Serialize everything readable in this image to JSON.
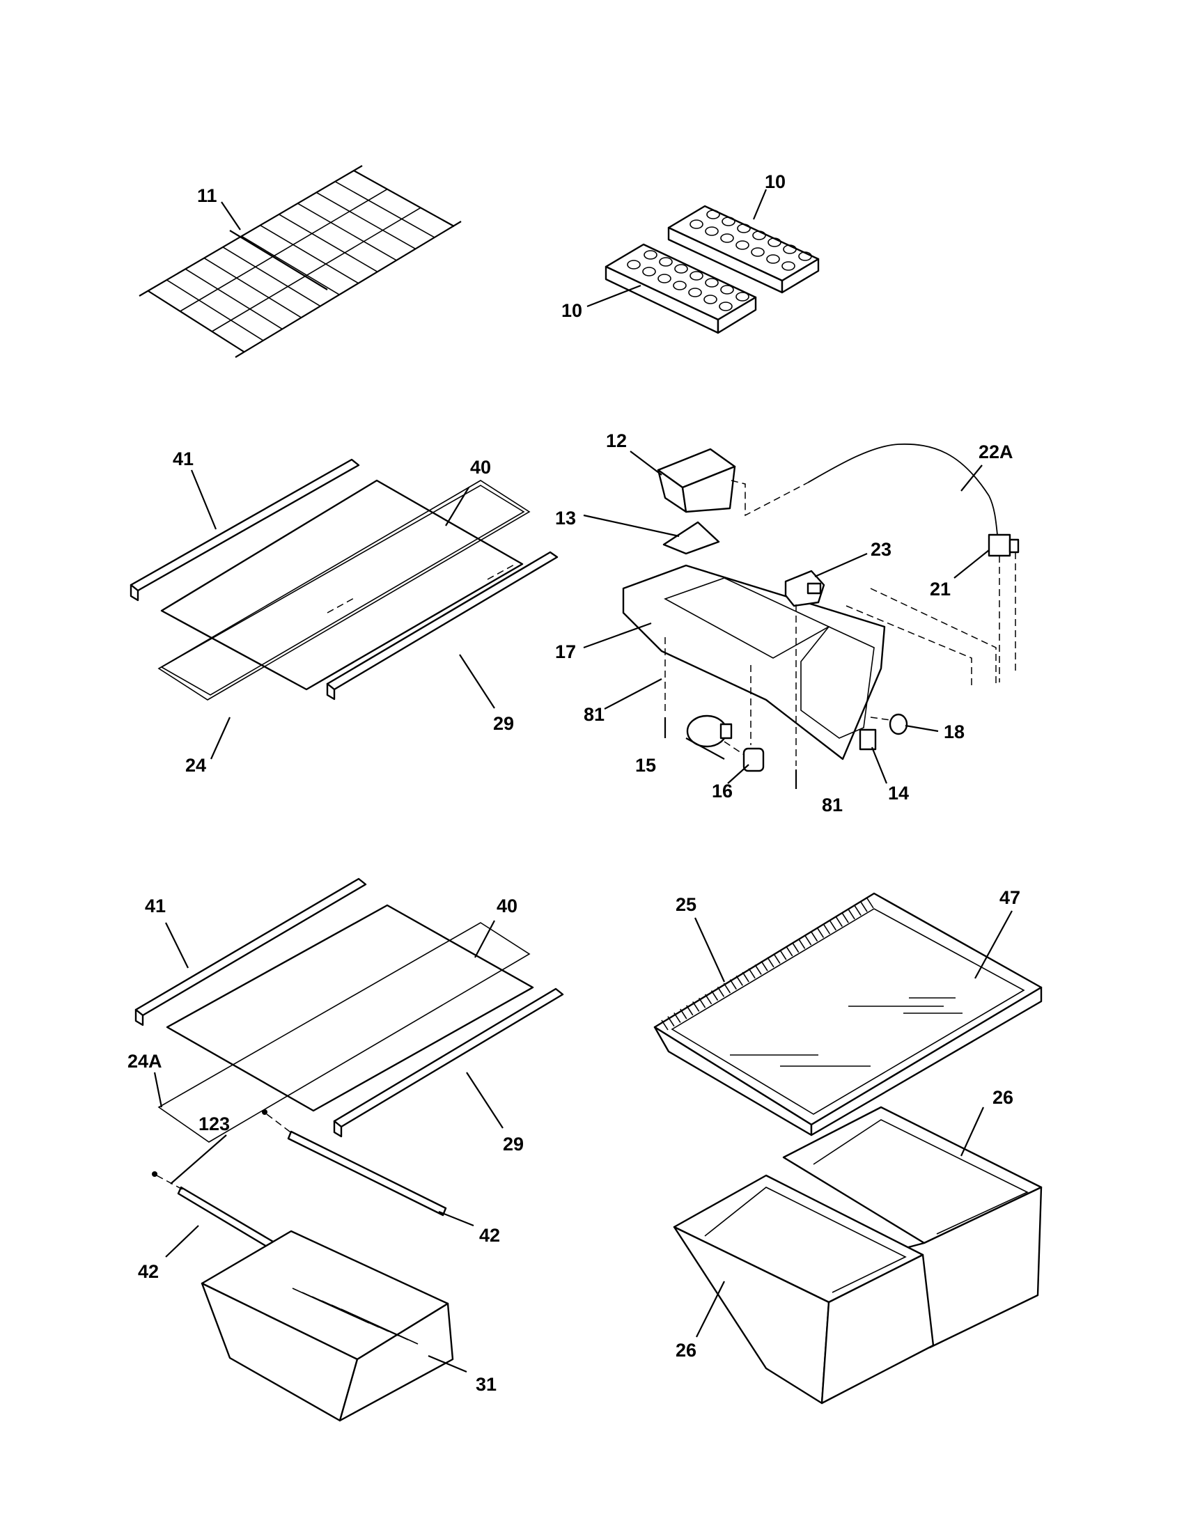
{
  "diagram": {
    "labels": {
      "p10a": "10",
      "p10b": "10",
      "p11": "11",
      "p12": "12",
      "p13": "13",
      "p22a": "22A",
      "p23": "23",
      "p21": "21",
      "p17": "17",
      "p81a": "81",
      "p15": "15",
      "p16": "16",
      "p81b": "81",
      "p14": "14",
      "p18": "18",
      "p41a": "41",
      "p40a": "40",
      "p29a": "29",
      "p24": "24",
      "p41b": "41",
      "p40b": "40",
      "p24a": "24A",
      "p123": "123",
      "p29b": "29",
      "p42a": "42",
      "p42b": "42",
      "p31": "31",
      "p25": "25",
      "p47": "47",
      "p26a": "26",
      "p26b": "26"
    }
  }
}
